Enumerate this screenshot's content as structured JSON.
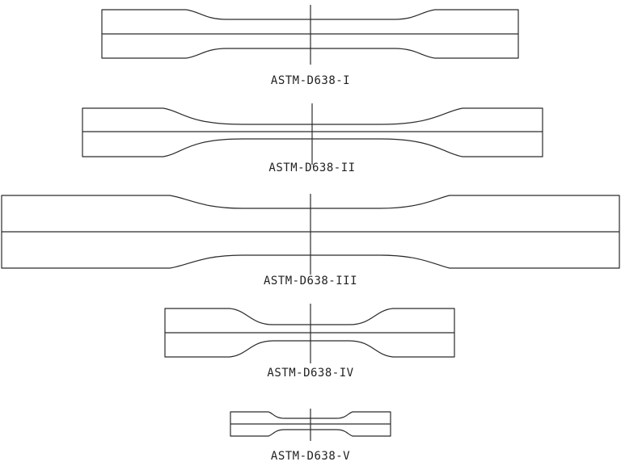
{
  "diagram": {
    "title": "",
    "specimens": [
      {
        "type": "I",
        "label": "ASTM-D638-I"
      },
      {
        "type": "II",
        "label": "ASTM-D638-II"
      },
      {
        "type": "III",
        "label": "ASTM-D638-III"
      },
      {
        "type": "IV",
        "label": "ASTM-D638-IV"
      },
      {
        "type": "V",
        "label": "ASTM-D638-V"
      }
    ],
    "colors": {
      "line": "#2b2b2b",
      "text": "#222222",
      "background": "#ffffff"
    }
  }
}
